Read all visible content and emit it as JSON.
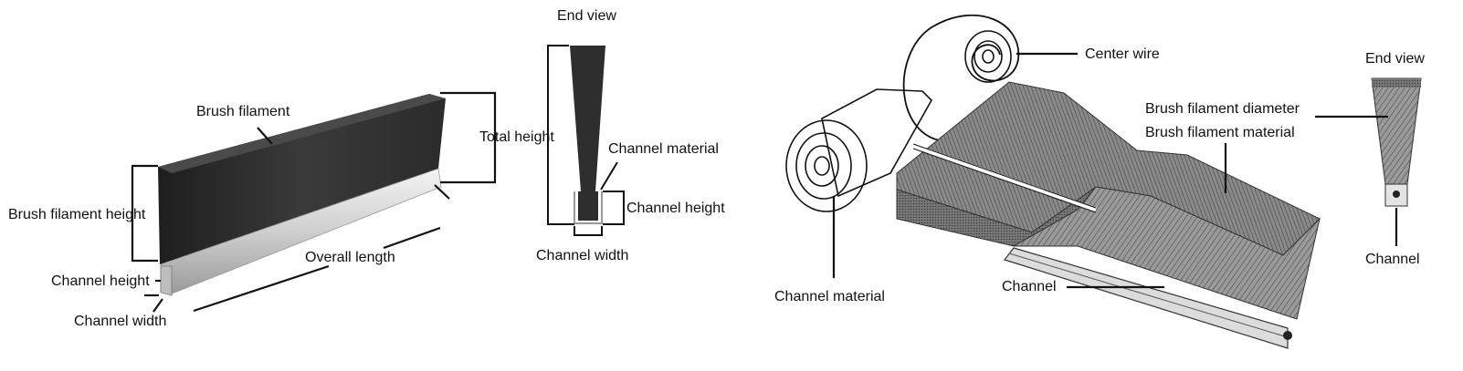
{
  "left_diagram": {
    "brush_filament": "Brush filament",
    "brush_filament_height": "Brush filament height",
    "channel_height": "Channel height",
    "channel_width": "Channel width",
    "overall_length": "Overall length",
    "total_height": "Total height"
  },
  "left_end_view": {
    "title": "End view",
    "channel_material": "Channel material",
    "channel_height": "Channel height",
    "channel_width": "Channel width"
  },
  "right_diagram": {
    "center_wire": "Center wire",
    "brush_filament_diameter": "Brush filament diameter",
    "brush_filament_material": "Brush filament material",
    "channel_material": "Channel material",
    "channel": "Channel"
  },
  "right_end_view": {
    "title": "End view",
    "channel": "Channel"
  },
  "colors": {
    "brush_dark": "#2a2a2a",
    "brush_mid": "#3c3c3c",
    "channel_light": "#e2e2e2",
    "line": "#111111",
    "hatch_grey": "#777777"
  }
}
